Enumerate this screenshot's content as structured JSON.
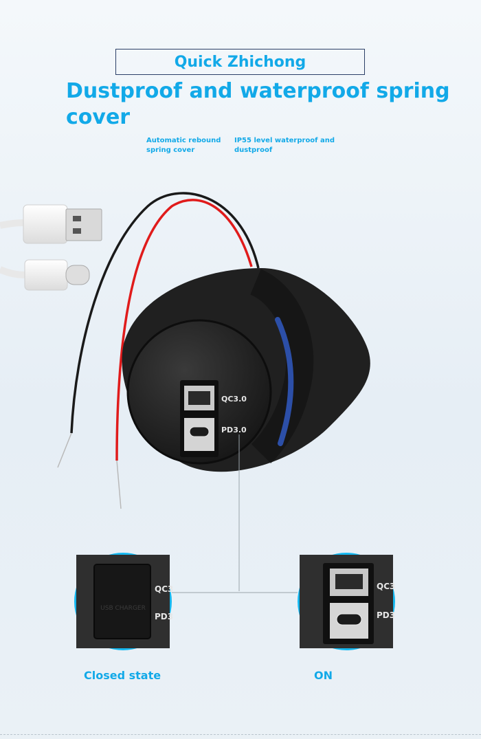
{
  "brand": "Quick Zhichong",
  "headline": "Dustproof and waterproof spring cover",
  "features": [
    {
      "line1": "Automatic rebound",
      "line2": "spring cover"
    },
    {
      "line1": "IP55 level waterproof and",
      "line2": "dustproof"
    }
  ],
  "port_labels": {
    "qc": "QC3.0",
    "pd": "PD3.0"
  },
  "zoom_labels": {
    "closed_qc": "QC3",
    "closed_pd": "PD3",
    "cover_marking": "USB CHARGER",
    "on_qc": "QC3",
    "on_pd": "PD3"
  },
  "states": {
    "closed": "Closed state",
    "on": "ON"
  },
  "colors": {
    "accent": "#12a9e8",
    "zoom_ring": "#15b8f0"
  }
}
